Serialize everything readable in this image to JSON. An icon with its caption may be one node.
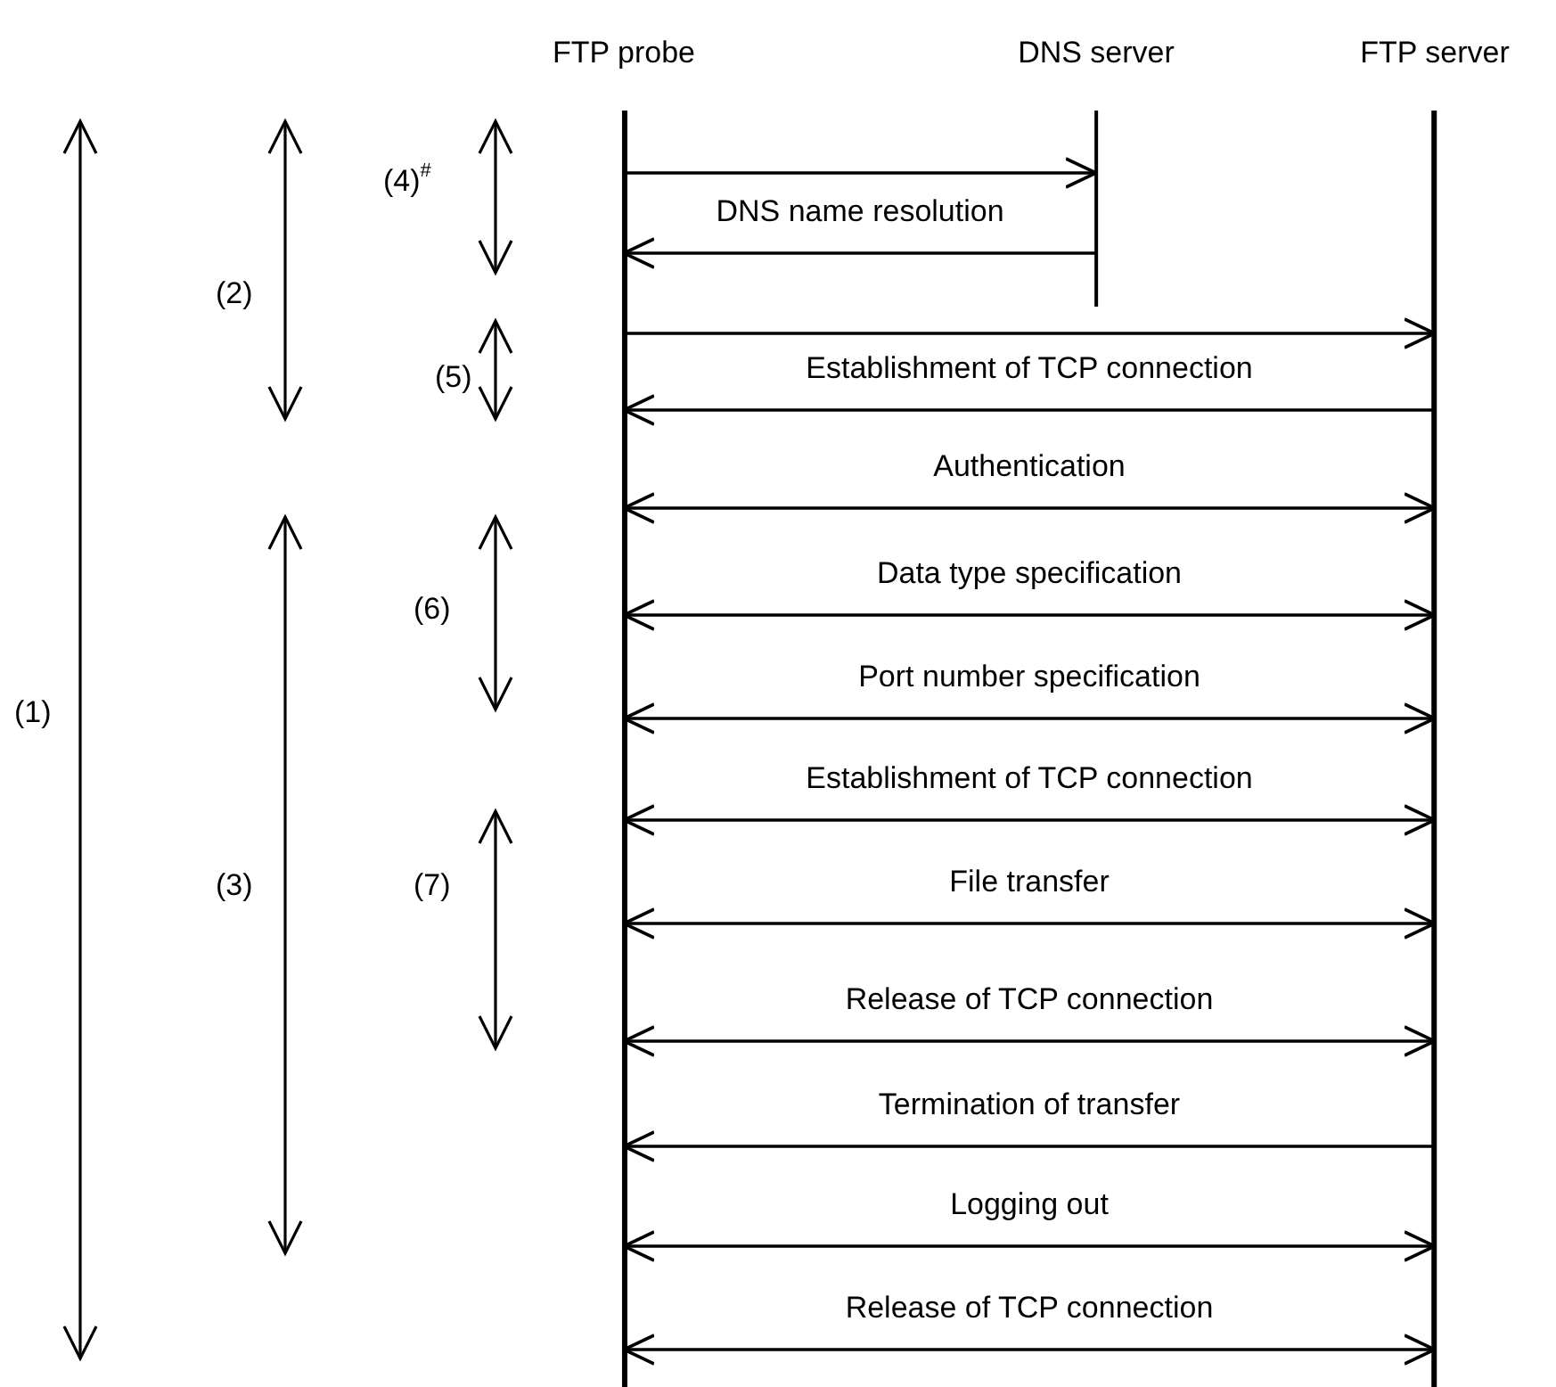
{
  "diagram": {
    "nodes": [
      {
        "text": [
          "FTP probe"
        ]
      },
      {
        "text": [
          "DNS server"
        ]
      },
      {
        "text": [
          "FTP server"
        ]
      }
    ],
    "edges": [
      {
        "from": 0,
        "to": 1,
        "arrow": "to"
      },
      {
        "from": 1,
        "to": 0,
        "arrow": "to",
        "label": "DNS name resolution"
      },
      {
        "from": 0,
        "to": 2,
        "arrow": "to"
      },
      {
        "from": 2,
        "to": 0,
        "arrow": "to",
        "label": "Establishment of TCP connection"
      },
      {
        "from": 0,
        "to": 2,
        "arrow": "both",
        "label": "Authentication"
      },
      {
        "from": 0,
        "to": 2,
        "arrow": "both",
        "label": "Data type specification"
      },
      {
        "from": 0,
        "to": 2,
        "arrow": "both",
        "label": "Port number specification"
      },
      {
        "from": 0,
        "to": 2,
        "arrow": "both",
        "label": "Establishment of TCP connection"
      },
      {
        "from": 0,
        "to": 2,
        "arrow": "both",
        "label": "File transfer"
      },
      {
        "from": 0,
        "to": 2,
        "arrow": "both",
        "label": "Release of TCP connection"
      },
      {
        "from": 2,
        "to": 0,
        "arrow": "to",
        "label": "Termination of transfer"
      },
      {
        "from": 0,
        "to": 2,
        "arrow": "both",
        "label": "Logging out"
      },
      {
        "from": 0,
        "to": 2,
        "arrow": "both",
        "label": "Release of TCP connection"
      }
    ],
    "labels": [
      "(1)",
      "(2)",
      "(3)",
      "(4)$^{#}$",
      "(5)",
      "(6)",
      "(7)"
    ]
  }
}
